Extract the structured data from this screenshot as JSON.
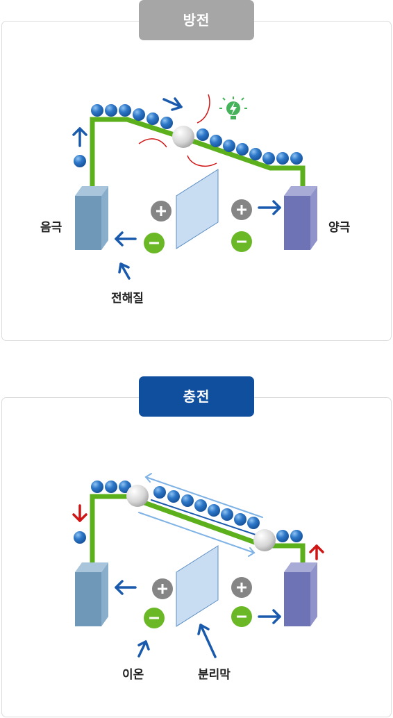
{
  "discharge": {
    "title": "방전",
    "labels": {
      "anode": "음극",
      "cathode": "양극",
      "electrolyte": "전해질"
    }
  },
  "charge": {
    "title": "충전",
    "labels": {
      "ion": "이온",
      "separator": "분리막"
    }
  },
  "colors": {
    "discharge_tab": "#a6a6a6",
    "charge_tab": "#0f4f9e",
    "wire": "#5cb01c",
    "arrow": "#1a5aad",
    "red_arrow": "#d01515",
    "anode": "#6f97b8",
    "cathode": "#6e73b6",
    "minus_ion": "#6ab826",
    "plus_ion": "#858585",
    "electron": "#2e78c9"
  },
  "icons": [
    "lightning-bulb-icon",
    "plus-icon",
    "minus-icon",
    "arrow-icon",
    "electron-icon"
  ]
}
